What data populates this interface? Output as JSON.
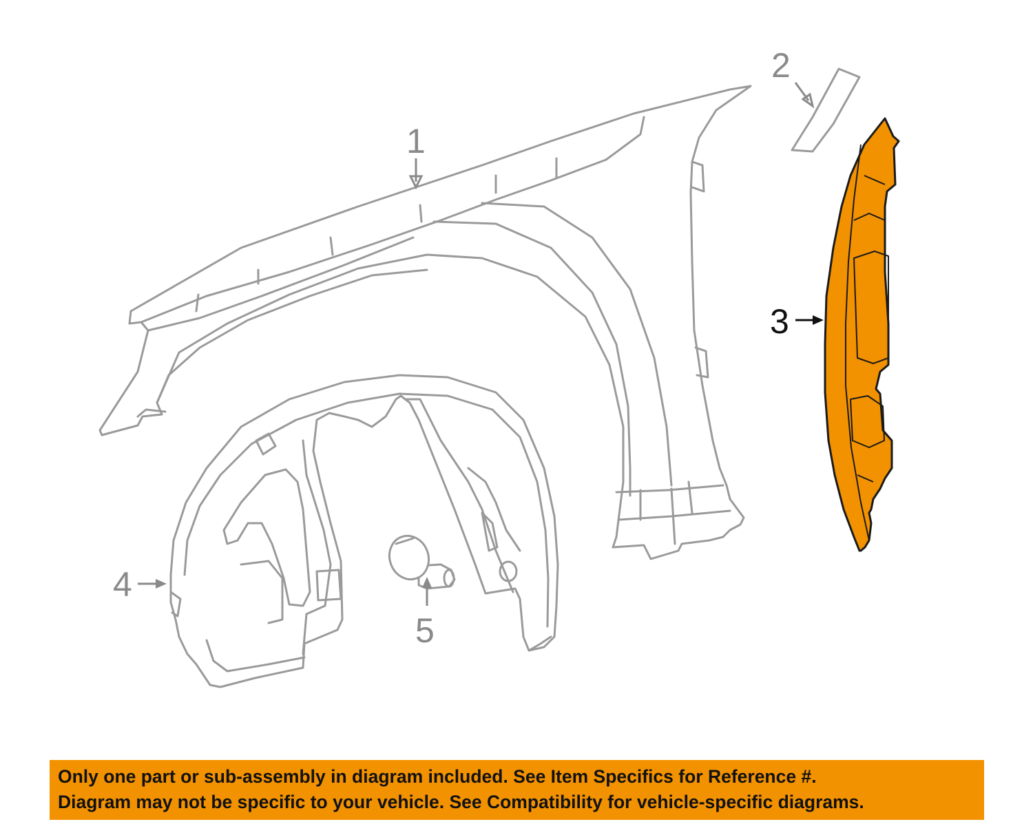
{
  "colors": {
    "highlight": "#f39200",
    "outline": "#9a9a9a",
    "highlight_outline": "#1a1a1a",
    "banner": "#f39200"
  },
  "callouts": [
    {
      "id": "1",
      "label": "1",
      "highlighted": false
    },
    {
      "id": "2",
      "label": "2",
      "highlighted": false
    },
    {
      "id": "3",
      "label": "3",
      "highlighted": true
    },
    {
      "id": "4",
      "label": "4",
      "highlighted": false
    },
    {
      "id": "5",
      "label": "5",
      "highlighted": false
    }
  ],
  "banner": {
    "line1": "Only one part or sub-assembly in diagram included. See Item Specifics for Reference #.",
    "line2": "Diagram may not be specific to your vehicle. See Compatibility for vehicle-specific diagrams."
  }
}
